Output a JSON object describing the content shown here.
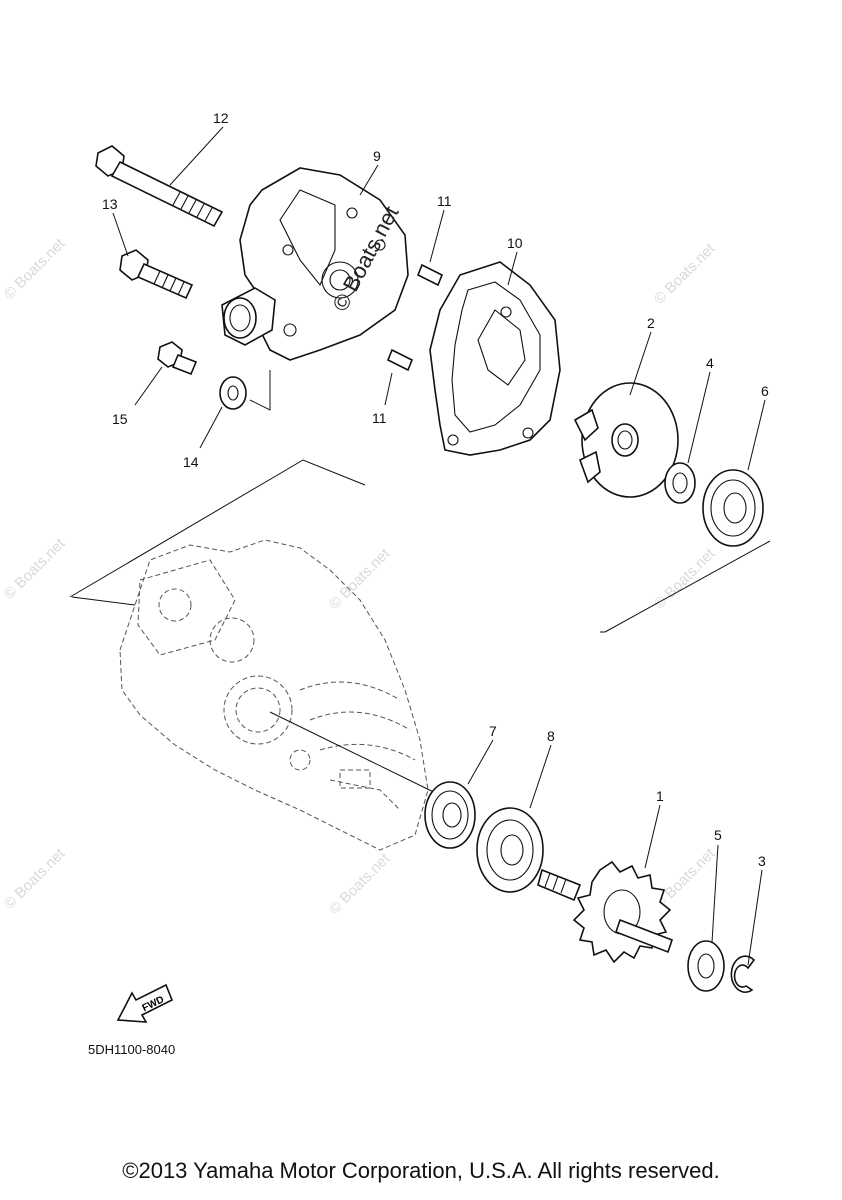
{
  "callouts": {
    "c1": "1",
    "c2": "2",
    "c3": "3",
    "c4": "4",
    "c5": "5",
    "c6": "6",
    "c7": "7",
    "c8": "8",
    "c9": "9",
    "c10": "10",
    "c11a": "11",
    "c11b": "11",
    "c12": "12",
    "c13": "13",
    "c14": "14",
    "c15": "15"
  },
  "fwd_label": "FWD",
  "diagram_code": "5DH1100-8040",
  "watermark": "© Boats.net",
  "copyright": "©2013 Yamaha Motor Corporation, U.S.A. All rights reserved."
}
